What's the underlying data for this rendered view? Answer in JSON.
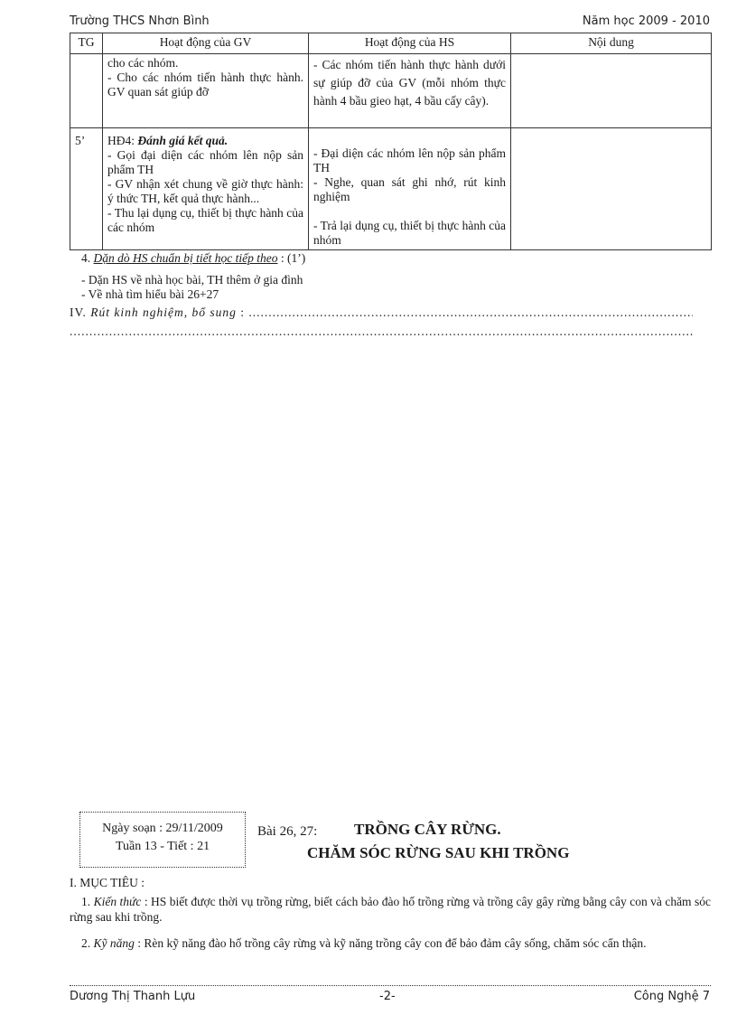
{
  "header": {
    "school": "Trường THCS Nhơn Bình",
    "school_year": "Năm học 2009 - 2010"
  },
  "table": {
    "columns": [
      "TG",
      "Hoạt động của GV",
      "Hoạt động của HS",
      "Nội dung"
    ],
    "rows": [
      {
        "tg": "",
        "gv": [
          "cho các nhóm.",
          "- Cho các nhóm tiến hành thực hành. GV quan sát giúp đỡ"
        ],
        "hs": [
          "- Các nhóm tiến hành thực hành dưới sự giúp đỡ của GV (mỗi nhóm thực hành 4 bầu gieo hạt, 4 bầu cấy cây)."
        ],
        "content": ""
      },
      {
        "tg": "5’",
        "gv_title_prefix": "HĐ4: ",
        "gv_title": "Đánh giá kết quả.",
        "gv": [
          "- Gọi đại diện các nhóm lên nộp sản phẩm TH",
          "- GV nhận xét chung về giờ thực hành: ý thức TH, kết quả thực hành...",
          "- Thu lại dụng cụ, thiết bị thực hành của các nhóm"
        ],
        "hs": [
          "- Đại diện các nhóm lên nộp sản phẩm TH",
          "- Nghe, quan sát ghi nhớ, rút kinh nghiệm",
          "",
          "- Trả lại dụng cụ, thiết bị thực hành của nhóm"
        ],
        "content": ""
      }
    ]
  },
  "homework": {
    "number": "4. ",
    "heading": "Dặn dò HS chuẩn bị tiết học tiếp theo",
    "time": " : (1’)",
    "items": [
      "- Dặn HS về nhà học bài, TH thêm ở gia đình",
      "- Về nhà tìm hiểu bài 26+27"
    ]
  },
  "review": {
    "number": "IV. ",
    "heading": "Rút kinh nghiệm, bổ sung",
    "colon": " : ",
    "dots1": "..........................................................................................................................................",
    "dots2": "....................................................................................................................................................................................................."
  },
  "lesson_info": {
    "date_line": "Ngày soạn : 29/11/2009",
    "week_line": "Tuần 13 - Tiết : 21"
  },
  "lesson_title": {
    "label": "Bài 26, 27:",
    "line1": "TRỒNG CÂY RỪNG.",
    "line2": "CHĂM SÓC RỪNG SAU KHI TRỒNG"
  },
  "objectives": {
    "heading": "I. MỤC TIÊU :",
    "items": [
      {
        "num": "1. ",
        "label": "Kiến thức",
        "text": " : HS biết được thời vụ trồng rừng, biết cách bảo đào hố trồng rừng và trồng cây gây rừng bằng cây con và chăm sóc rừng sau khi trồng."
      },
      {
        "num": "2. ",
        "label": "Kỹ năng",
        "text": " : Rèn kỹ năng đào hố trồng cây rừng và kỹ năng trồng cây con để bảo đảm cây sống, chăm sóc cẩn thận."
      }
    ]
  },
  "footer": {
    "author": "Dương Thị Thanh Lựu",
    "page": "-2-",
    "subject": "Công Nghệ 7"
  }
}
